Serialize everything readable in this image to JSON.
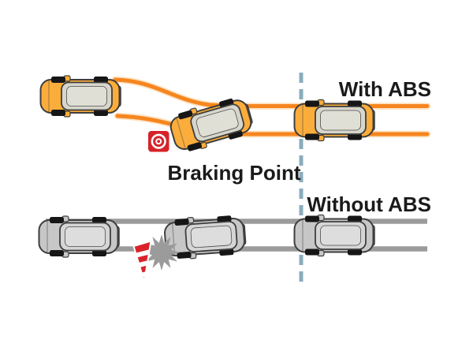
{
  "labels": {
    "with_abs": "With ABS",
    "braking_point": "Braking Point",
    "without_abs": "Without ABS"
  },
  "lanes": {
    "top": {
      "label": "With ABS",
      "car_count": 3,
      "path_style": "swerve-around-obstacle"
    },
    "bottom": {
      "label": "Without ABS",
      "car_count": 3,
      "path_style": "straight-into-obstacle"
    }
  },
  "colors": {
    "background": "#FFFFFF",
    "text": "#1A1A1A",
    "abs_path": "#F6861F",
    "abs_path_halo": "#FBC98E",
    "road": "#9B9B9B",
    "divider": "#8AACBC",
    "abs_car_body": "#FBAD3B",
    "abs_car_glass": "#D7D6CC",
    "abs_car_glass_inner": "#E2E1D8",
    "no_abs_car_body": "#C7C7C7",
    "no_abs_car_glass": "#D5D5D5",
    "no_abs_car_glass_inner": "#DEDEDE",
    "target_red": "#D6232A",
    "cone_red": "#D8232A",
    "cone_stripe": "#FFFFFF",
    "crash_star": "#9B9B9B",
    "wheel_black": "#161616",
    "outline": "#3E3E3E"
  },
  "icons": {
    "target": "target-icon",
    "cone": "traffic-cone-icon",
    "crash": "crash-star-icon",
    "divider": "braking-point-divider-line"
  }
}
